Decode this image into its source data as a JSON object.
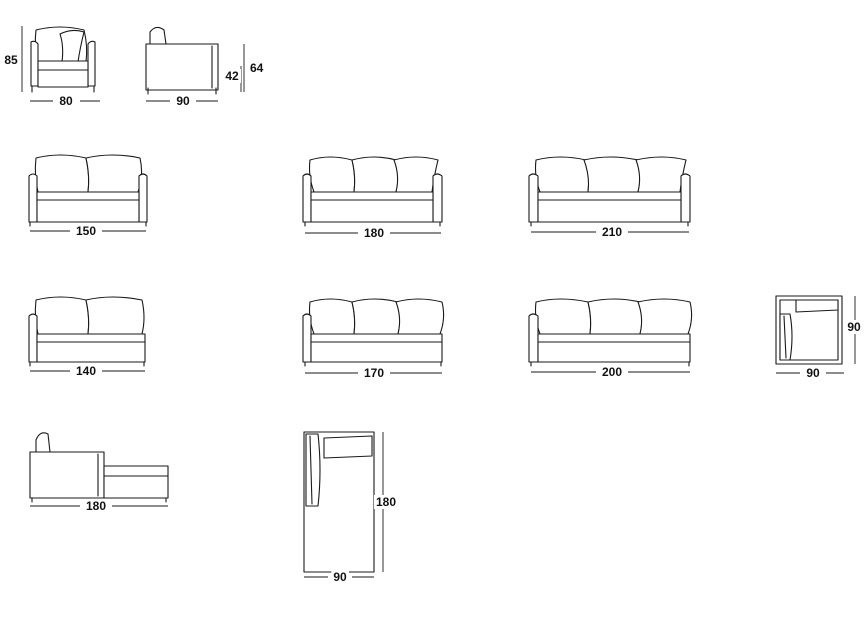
{
  "dimensions": {
    "armchair_height": "85",
    "armchair_width": "80",
    "armchair_depth": "90",
    "seat_height": "42",
    "arm_height": "64",
    "sofa_150": "150",
    "sofa_180": "180",
    "sofa_210": "210",
    "sofa_140": "140",
    "sofa_170": "170",
    "sofa_200": "200",
    "corner_width": "90",
    "corner_depth": "90",
    "chaise_side_length": "180",
    "chaise_top_length": "180",
    "chaise_top_width": "90"
  }
}
